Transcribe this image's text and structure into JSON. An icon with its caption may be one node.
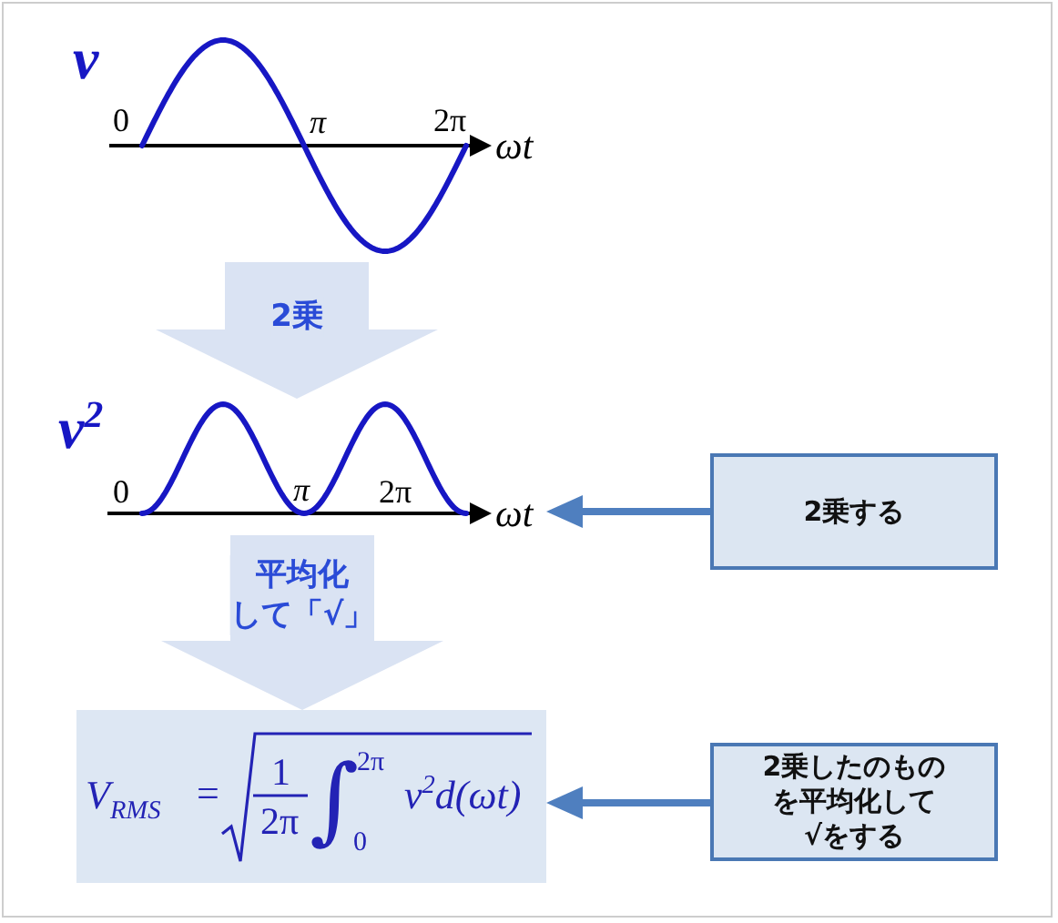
{
  "diagram": {
    "nodes": [
      {
        "text": [
          "v",
          "0",
          "π",
          "2π",
          "ωt"
        ]
      },
      {
        "text": [
          "v$^{2}$",
          "0",
          "π",
          "2π",
          "ωt"
        ]
      },
      {
        "text": [
          "2乗する"
        ]
      },
      {
        "text": [
          "V$_{RMS}$",
          "=",
          "1",
          "2π",
          "∫",
          "2π",
          "0",
          "v$^{2}$d(ωt)"
        ]
      },
      {
        "text": [
          "2乗したのものを平均化して√をする"
        ]
      }
    ],
    "edges": [
      {
        "from": 0,
        "to": 1,
        "arrow": "to",
        "label": "2乗",
        "style": "thick",
        "color": "#dae3f3"
      },
      {
        "from": 1,
        "to": 3,
        "arrow": "to",
        "label": "平均化して「√」",
        "style": "thick",
        "color": "#dae3f3"
      },
      {
        "from": 2,
        "to": 1,
        "arrow": "to",
        "color": "#4f7fbf"
      },
      {
        "from": 4,
        "to": 3,
        "arrow": "to",
        "color": "#4f7fbf"
      }
    ]
  }
}
